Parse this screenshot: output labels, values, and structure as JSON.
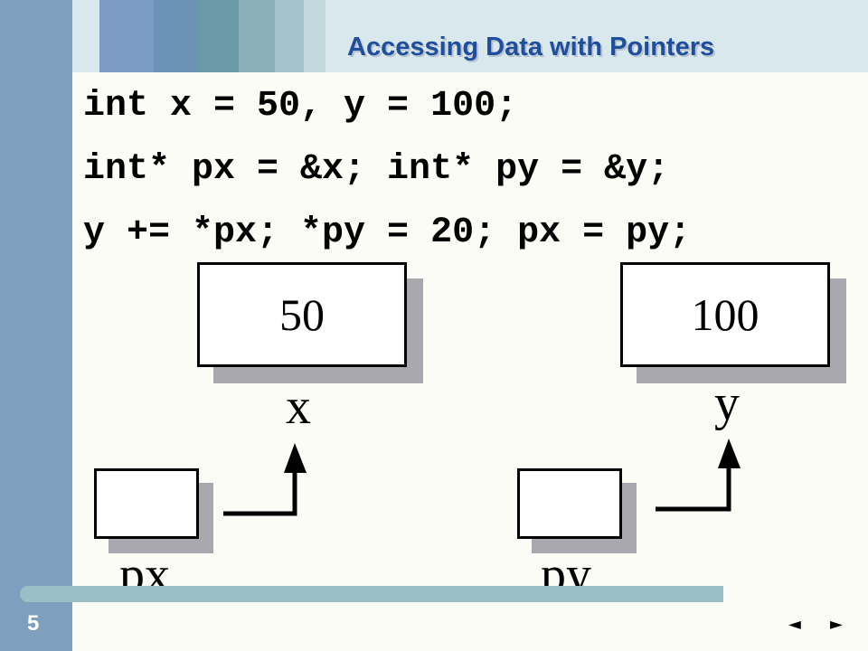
{
  "slide": {
    "title": "Accessing Data with Pointers",
    "number": "5"
  },
  "code": {
    "line1": "int x = 50, y = 100;",
    "line2": "int* px = &x; int* py = &y;",
    "line3": "y += *px; *py = 20; px = py;"
  },
  "diagram": {
    "x_value": "50",
    "x_label": "x",
    "y_value": "100",
    "y_label": "y",
    "px_value": "",
    "px_label": "px",
    "py_value": "",
    "py_label": "py"
  },
  "nav": {
    "prev_icon": "◄",
    "next_icon": "►"
  },
  "colors": {
    "title": "#1f4e9c",
    "left_bar": "#7f9fbf",
    "bottom_bar": "#9bbfc6",
    "box_shadow": "#a8a8ae"
  }
}
